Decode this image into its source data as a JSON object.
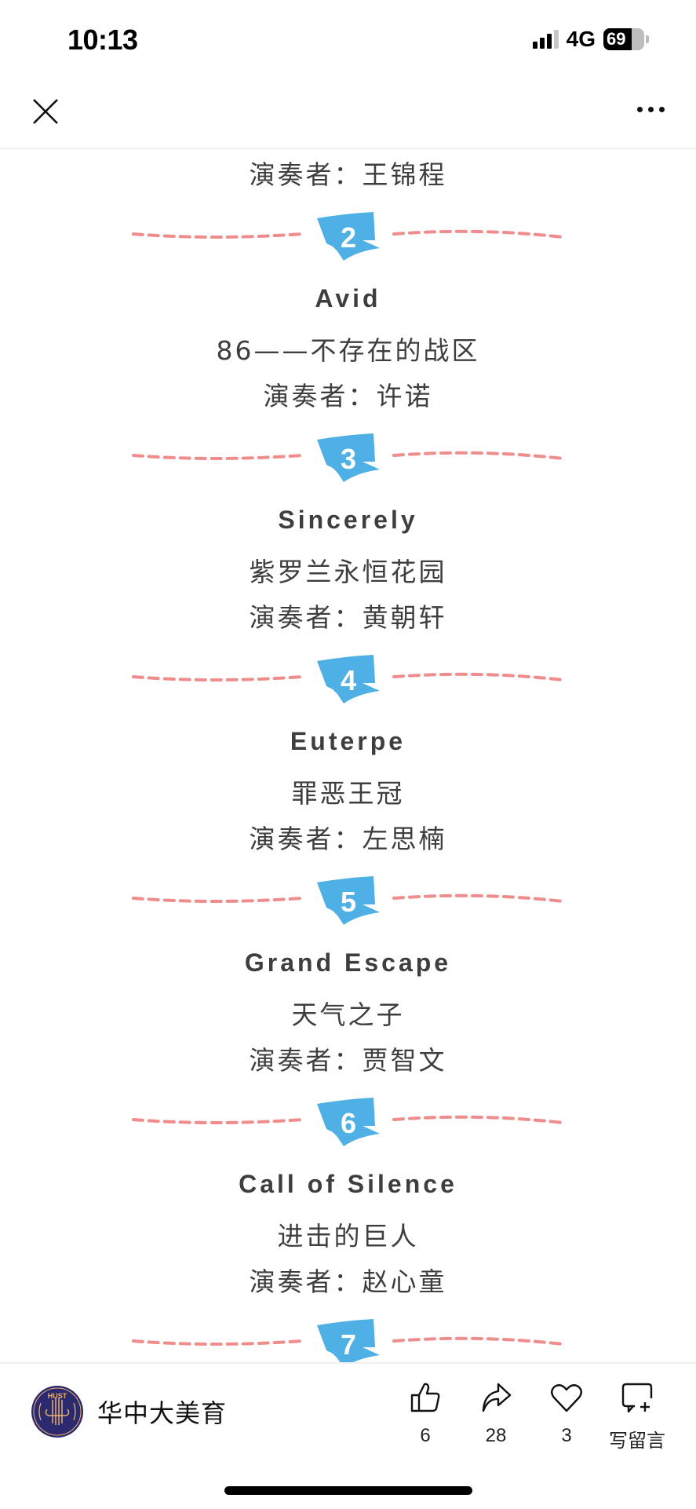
{
  "status_bar": {
    "time": "10:13",
    "network": "4G",
    "battery_percent": "69"
  },
  "nav": {
    "close_icon": "close-icon",
    "more_icon": "more-horizontal-icon"
  },
  "colors": {
    "badge": "#4fb0e5",
    "dashes": "#ef8c8c",
    "text": "#3e3e3e",
    "logo_bg": "#2c2a6e",
    "logo_accent": "#e8b070"
  },
  "program": {
    "top_performer": "演奏者：王锦程",
    "items": [
      {
        "number": "2",
        "title": "Avid",
        "subtitle": "86——不存在的战区",
        "performer": "演奏者：许诺"
      },
      {
        "number": "3",
        "title": "Sincerely",
        "subtitle": "紫罗兰永恒花园",
        "performer": "演奏者：黄朝轩"
      },
      {
        "number": "4",
        "title": "Euterpe",
        "subtitle": "罪恶王冠",
        "performer": "演奏者：左思楠"
      },
      {
        "number": "5",
        "title": "Grand Escape",
        "subtitle": "天气之子",
        "performer": "演奏者：贾智文"
      },
      {
        "number": "6",
        "title": "Call of Silence",
        "subtitle": "进击的巨人",
        "performer": "演奏者：赵心童"
      },
      {
        "number": "7"
      }
    ]
  },
  "bottom_bar": {
    "account_name": "华中大美育",
    "logo_text": "HUST",
    "actions": [
      {
        "icon": "thumbs-up-icon",
        "label": "6"
      },
      {
        "icon": "share-icon",
        "label": "28"
      },
      {
        "icon": "heart-icon",
        "label": "3"
      },
      {
        "icon": "comment-add-icon",
        "label": "写留言"
      }
    ]
  }
}
